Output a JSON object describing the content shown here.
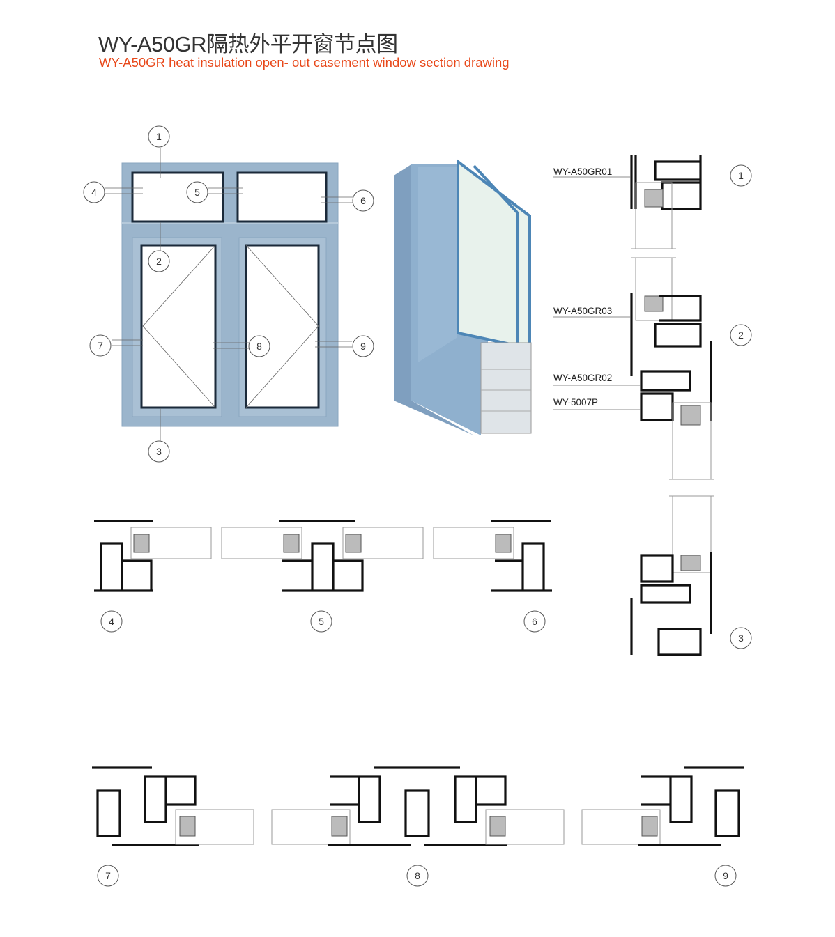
{
  "header": {
    "title": "WY-A50GR隔热外平开窗节点图",
    "subtitle": "WY-A50GR heat insulation open- out casement window section drawing"
  },
  "colors": {
    "accent": "#e8481a",
    "frame": "#9bb5cc",
    "profile": "#111111"
  },
  "elevation_callouts": [
    "1",
    "2",
    "3",
    "4",
    "5",
    "6",
    "7",
    "8",
    "9"
  ],
  "profile_labels": [
    "WY-A50GR01",
    "WY-A50GR03",
    "WY-A50GR02",
    "WY-5007P"
  ],
  "section_callouts": {
    "vertical": [
      "1",
      "2",
      "3"
    ],
    "horizontal_top": [
      "4",
      "5",
      "6"
    ],
    "horizontal_bottom": [
      "7",
      "8",
      "9"
    ]
  }
}
